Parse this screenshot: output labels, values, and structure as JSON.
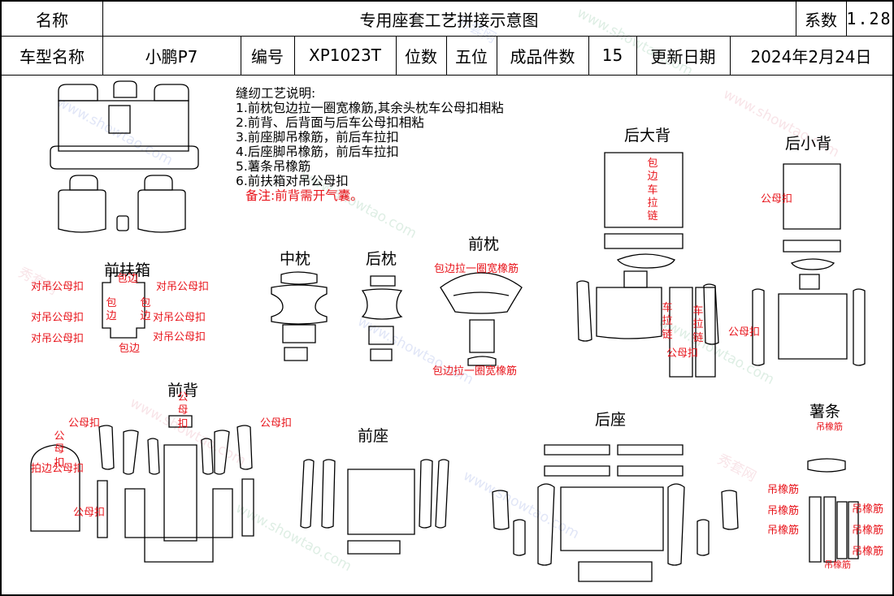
{
  "header": {
    "name_label": "名称",
    "title": "专用座套工艺拼接示意图",
    "coef_label": "系数",
    "coef_value": "1.28"
  },
  "info": {
    "model_label": "车型名称",
    "model_value": "小鹏P7",
    "code_label": "编号",
    "code_value": "XP1023T",
    "seat_label": "位数",
    "seat_value": "五位",
    "pieces_label": "成品件数",
    "pieces_value": "15",
    "date_label": "更新日期",
    "date_value": "2024年2月24日"
  },
  "notes": {
    "heading": "缝纫工艺说明:",
    "items": [
      "1.前枕包边拉一圈宽橡筋,其余头枕车公母扣相粘",
      "2.前背、后背面与后车公母扣相粘",
      "3.前座脚吊橡筋，前后车拉扣",
      "4.后座脚吊橡筋，前后车拉扣",
      "5.薯条吊橡筋",
      "6.前扶箱对吊公母扣"
    ],
    "remark": "备注:前背需开气囊。"
  },
  "sections": {
    "front_armrest": "前扶箱",
    "middle_pillow": "中枕",
    "rear_pillow": "后枕",
    "front_pillow": "前枕",
    "rear_big_back": "后大背",
    "rear_small_back": "后小背",
    "front_back": "前背",
    "front_seat": "前座",
    "rear_seat": "后座",
    "strip": "薯条"
  },
  "annotations": {
    "dui_diao": "对吊公母扣",
    "bao_bian": "包边",
    "gong_mu_kou": "公母扣",
    "bao_bian_la_kuan": "包边拉一圈宽橡筋",
    "bao_bian_che_la_lian": "包边车拉链",
    "che_la_lian": "车拉链",
    "diao_xiang_jin": "吊橡筋",
    "bao_bian_gong_mu_kou": "拍边公母扣"
  },
  "watermark": {
    "site": "www.showtao.com",
    "brand": "秀套网"
  },
  "colors": {
    "annotation_red": "#e8141b",
    "line": "#000000"
  }
}
